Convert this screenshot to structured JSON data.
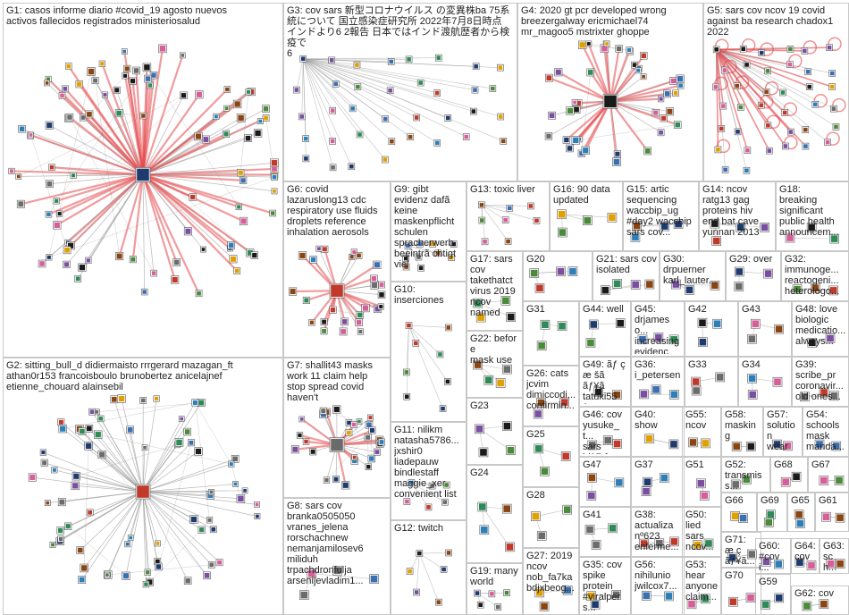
{
  "colors": {
    "background": "#ffffff",
    "panel_border": "#c8c8c8",
    "edge_gray": "#9a9a9a",
    "edge_red": "#e5484d",
    "node_fill": "#ffffff",
    "node_border": "#555555",
    "node_palette": [
      "#1f3b6e",
      "#4a8a3a",
      "#7a4fa0",
      "#c0392b",
      "#2c7fb8",
      "#e0a100",
      "#6b6b6b",
      "#2e8b57",
      "#8b4513",
      "#1a1a1a",
      "#d65f9a",
      "#3a6fb0"
    ]
  },
  "groups": [
    {
      "id": "G1",
      "label": "G1: casos informe diario #covid_19 agosto nuevos\nactivos fallecidos registrados ministeriosalud",
      "nodes": 95,
      "hub": true,
      "red_edges": true
    },
    {
      "id": "G2",
      "label": "G2: sitting_bull_d didiermaisto rrrgerard mazagan_ft\nathan0r153 francoisboulo brunobertez anicelajnef\netienne_chouard alainsebil",
      "nodes": 70,
      "hub": true,
      "red_edges": false
    },
    {
      "id": "G3",
      "label": "G3: cov sars 新型コロナウイルス の変異株ba 75系\n統について 国立感染症研究所 2022年7月8日時点\nインドより6 2報告 日本ではインド渡航歴者から検疫で\n6",
      "nodes": 36,
      "hub": false,
      "red_edges": false
    },
    {
      "id": "G4",
      "label": "G4: 2020 gt pcr developed wrong\nbreezergalway ericmichael74\nmr_magoo5 mstrixter ghoppe",
      "nodes": 42,
      "hub": true,
      "red_edges": true
    },
    {
      "id": "G5",
      "label": "G5: sars cov ncov 19 covid\nagainst ba research chadox1\n2022",
      "nodes": 38,
      "hub": false,
      "red_edges": true
    },
    {
      "id": "G6",
      "label": "G6: covid\nlazaruslong13 cdc\nrespiratory use fluids\ndroplets reference\ninhalation aerosols",
      "nodes": 26,
      "hub": true,
      "red_edges": true
    },
    {
      "id": "G7",
      "label": "G7: shallit43 masks\nwork 11 claim help\nstop spread covid\nhaven't",
      "nodes": 28,
      "hub": true,
      "red_edges": true
    },
    {
      "id": "G8",
      "label": "G8: sars cov\nbranka0505050\nvranes_jelena\nrorschachnew\nnemanjamilosev6\nmiliduh\ntrpachdronfulja\narsenijevladim1...",
      "nodes": 4,
      "hub": false,
      "red_edges": false
    },
    {
      "id": "G9",
      "label": "G9: gibt\nevidenz dafã\nkeine\nmaskenpflicht\nschulen\nspracherwerb\nbeeintrã chtigt\nviel",
      "nodes": 10,
      "hub": false,
      "red_edges": false
    },
    {
      "id": "G10",
      "label": "G10:\ninserciones",
      "nodes": 8,
      "hub": false,
      "red_edges": false
    },
    {
      "id": "G11",
      "label": "G11: nilikm\nnatasha5786...\njxshir0\nliadepauw\nbindlestaff\nmaggie_xer\nconvenient list",
      "nodes": 6,
      "hub": false,
      "red_edges": false
    },
    {
      "id": "G12",
      "label": "G12: twitch",
      "nodes": 6,
      "hub": false,
      "red_edges": false
    },
    {
      "id": "G13",
      "label": "G13: toxic liver",
      "nodes": 8,
      "hub": false,
      "red_edges": false
    },
    {
      "id": "G14",
      "label": "G14: ncov\nratg13 gag\nproteins hiv\nend bat cave\nyunnan 2013",
      "nodes": 4,
      "hub": false,
      "red_edges": false
    },
    {
      "id": "G15",
      "label": "G15: artic\nsequencing\nwaccbip_ug\n#day2 waccbip\nsars cov...",
      "nodes": 4,
      "hub": false,
      "red_edges": false
    },
    {
      "id": "G16",
      "label": "G16: 90 data\nupdated",
      "nodes": 4,
      "hub": false,
      "red_edges": false
    },
    {
      "id": "G17",
      "label": "G17: sars\ncov\ntakethatct\nvirus 2019\nncov\nnamed",
      "nodes": 4,
      "hub": false,
      "red_edges": false
    },
    {
      "id": "G18",
      "label": "G18:\nbreaking\nsignificant\npublic health\nannouncem...",
      "nodes": 3,
      "hub": false,
      "red_edges": false
    },
    {
      "id": "G19",
      "label": "G19: many\nworld",
      "nodes": 5,
      "hub": false,
      "red_edges": false
    },
    {
      "id": "G20",
      "label": "G20",
      "nodes": 4,
      "hub": false,
      "red_edges": false
    },
    {
      "id": "G21",
      "label": "G21: sars cov\nisolated",
      "nodes": 4,
      "hub": false,
      "red_edges": false
    },
    {
      "id": "G22",
      "label": "G22: before\nmask use",
      "nodes": 4,
      "hub": false,
      "red_edges": false
    },
    {
      "id": "G23",
      "label": "G23",
      "nodes": 4,
      "hub": false,
      "red_edges": false
    },
    {
      "id": "G24",
      "label": "G24",
      "nodes": 4,
      "hub": false,
      "red_edges": false
    },
    {
      "id": "G25",
      "label": "G25",
      "nodes": 3,
      "hub": false,
      "red_edges": false
    },
    {
      "id": "G26",
      "label": "G26: cats\njcvim\ndimiccodi...\nconfirmin...",
      "nodes": 3,
      "hub": false,
      "red_edges": false
    },
    {
      "id": "G27",
      "label": "G27: 2019\nncov\nnob_fa7ka\nbdjxbeog...",
      "nodes": 3,
      "hub": false,
      "red_edges": false
    },
    {
      "id": "G28",
      "label": "G28",
      "nodes": 3,
      "hub": false,
      "red_edges": false
    },
    {
      "id": "G29",
      "label": "G29: over",
      "nodes": 3,
      "hub": false,
      "red_edges": false
    },
    {
      "id": "G30",
      "label": "G30:\ndrpuerner\nkarl_lauter...",
      "nodes": 3,
      "hub": false,
      "red_edges": false
    },
    {
      "id": "G31",
      "label": "G31",
      "nodes": 3,
      "hub": false,
      "red_edges": false
    },
    {
      "id": "G32",
      "label": "G32:\nimmunoge...\nreactogeni...\nheterologo...",
      "nodes": 3,
      "hub": false,
      "red_edges": false
    },
    {
      "id": "G33",
      "label": "G33",
      "nodes": 3,
      "hub": false,
      "red_edges": false
    },
    {
      "id": "G34",
      "label": "G34",
      "nodes": 3,
      "hub": false,
      "red_edges": false
    },
    {
      "id": "G35",
      "label": "G35: cov\nspike\nprotein\n#viralpers...",
      "nodes": 3,
      "hub": false,
      "red_edges": false
    },
    {
      "id": "G36",
      "label": "G36:\ni_petersen",
      "nodes": 3,
      "hub": false,
      "red_edges": false
    },
    {
      "id": "G37",
      "label": "G37",
      "nodes": 3,
      "hub": false,
      "red_edges": false
    },
    {
      "id": "G38",
      "label": "G38:\nactualiza\nnº623\nenferme...",
      "nodes": 3,
      "hub": false,
      "red_edges": false
    },
    {
      "id": "G39",
      "label": "G39:\nscribe_pr\ncoronavir...\nold ones...",
      "nodes": 3,
      "hub": false,
      "red_edges": false
    },
    {
      "id": "G40",
      "label": "G40:\nshow",
      "nodes": 2,
      "hub": false,
      "red_edges": false
    },
    {
      "id": "G41",
      "label": "G41",
      "nodes": 3,
      "hub": false,
      "red_edges": false
    },
    {
      "id": "G42",
      "label": "G42",
      "nodes": 3,
      "hub": false,
      "red_edges": false
    },
    {
      "id": "G43",
      "label": "G43",
      "nodes": 3,
      "hub": false,
      "red_edges": false
    },
    {
      "id": "G44",
      "label": "G44: well",
      "nodes": 3,
      "hub": false,
      "red_edges": false
    },
    {
      "id": "G45",
      "label": "G45:\ndrjameso...\nincreasing\nevidence...",
      "nodes": 3,
      "hub": false,
      "red_edges": false
    },
    {
      "id": "G46",
      "label": "G46: cov\nyusuke_t...\nsars\nld97rfgzu...",
      "nodes": 3,
      "hub": false,
      "red_edges": false
    },
    {
      "id": "G47",
      "label": "G47",
      "nodes": 3,
      "hub": false,
      "red_edges": false
    },
    {
      "id": "G48",
      "label": "G48: love\nbiologic\nmedicatio...\nalways...",
      "nodes": 2,
      "hub": false,
      "red_edges": false
    },
    {
      "id": "G49",
      "label": "G49: ãƒ ç\næ šã\nãƒ¥ã\ntatuki550...",
      "nodes": 2,
      "hub": false,
      "red_edges": false
    },
    {
      "id": "G50",
      "label": "G50:\nlied\nsars\nncov...",
      "nodes": 2,
      "hub": false,
      "red_edges": false
    },
    {
      "id": "G51",
      "label": "G51",
      "nodes": 2,
      "hub": false,
      "red_edges": false
    },
    {
      "id": "G52",
      "label": "G52:\ntransmiss...",
      "nodes": 2,
      "hub": false,
      "red_edges": false
    },
    {
      "id": "G53",
      "label": "G53:\nhear\nanyone\nclaim...",
      "nodes": 2,
      "hub": false,
      "red_edges": false
    },
    {
      "id": "G54",
      "label": "G54:\nschools\nmask\nmanda...",
      "nodes": 2,
      "hub": false,
      "red_edges": false
    },
    {
      "id": "G55",
      "label": "G55:\nncov",
      "nodes": 2,
      "hub": false,
      "red_edges": false
    },
    {
      "id": "G56",
      "label": "G56:\nnihilunio\njwilcox7...",
      "nodes": 2,
      "hub": false,
      "red_edges": false
    },
    {
      "id": "G57",
      "label": "G57:\nsolution\nwear",
      "nodes": 2,
      "hub": false,
      "red_edges": false
    },
    {
      "id": "G58",
      "label": "G58:\nmasking",
      "nodes": 2,
      "hub": false,
      "red_edges": false
    },
    {
      "id": "G59",
      "label": "G59",
      "nodes": 2,
      "hub": false,
      "red_edges": false
    },
    {
      "id": "G60",
      "label": "G60:\n#covi...",
      "nodes": 2,
      "hub": false,
      "red_edges": false
    },
    {
      "id": "G61",
      "label": "G61",
      "nodes": 2,
      "hub": false,
      "red_edges": false
    },
    {
      "id": "G62",
      "label": "G62: cov",
      "nodes": 2,
      "hub": false,
      "red_edges": false
    },
    {
      "id": "G63",
      "label": "G63:\nsch...\nmas...",
      "nodes": 2,
      "hub": false,
      "red_edges": false
    },
    {
      "id": "G64",
      "label": "G64:\ncov",
      "nodes": 2,
      "hub": false,
      "red_edges": false
    },
    {
      "id": "G65",
      "label": "G65",
      "nodes": 2,
      "hub": false,
      "red_edges": false
    },
    {
      "id": "G66",
      "label": "G66",
      "nodes": 2,
      "hub": false,
      "red_edges": false
    },
    {
      "id": "G67",
      "label": "G67",
      "nodes": 2,
      "hub": false,
      "red_edges": false
    },
    {
      "id": "G68",
      "label": "G68",
      "nodes": 2,
      "hub": false,
      "red_edges": false
    },
    {
      "id": "G69",
      "label": "G69",
      "nodes": 2,
      "hub": false,
      "red_edges": false
    },
    {
      "id": "G70",
      "label": "G70",
      "nodes": 2,
      "hub": false,
      "red_edges": false
    },
    {
      "id": "G71",
      "label": "G71:\næ ç\nãƒ¥ã...",
      "nodes": 2,
      "hub": false,
      "red_edges": false
    }
  ]
}
